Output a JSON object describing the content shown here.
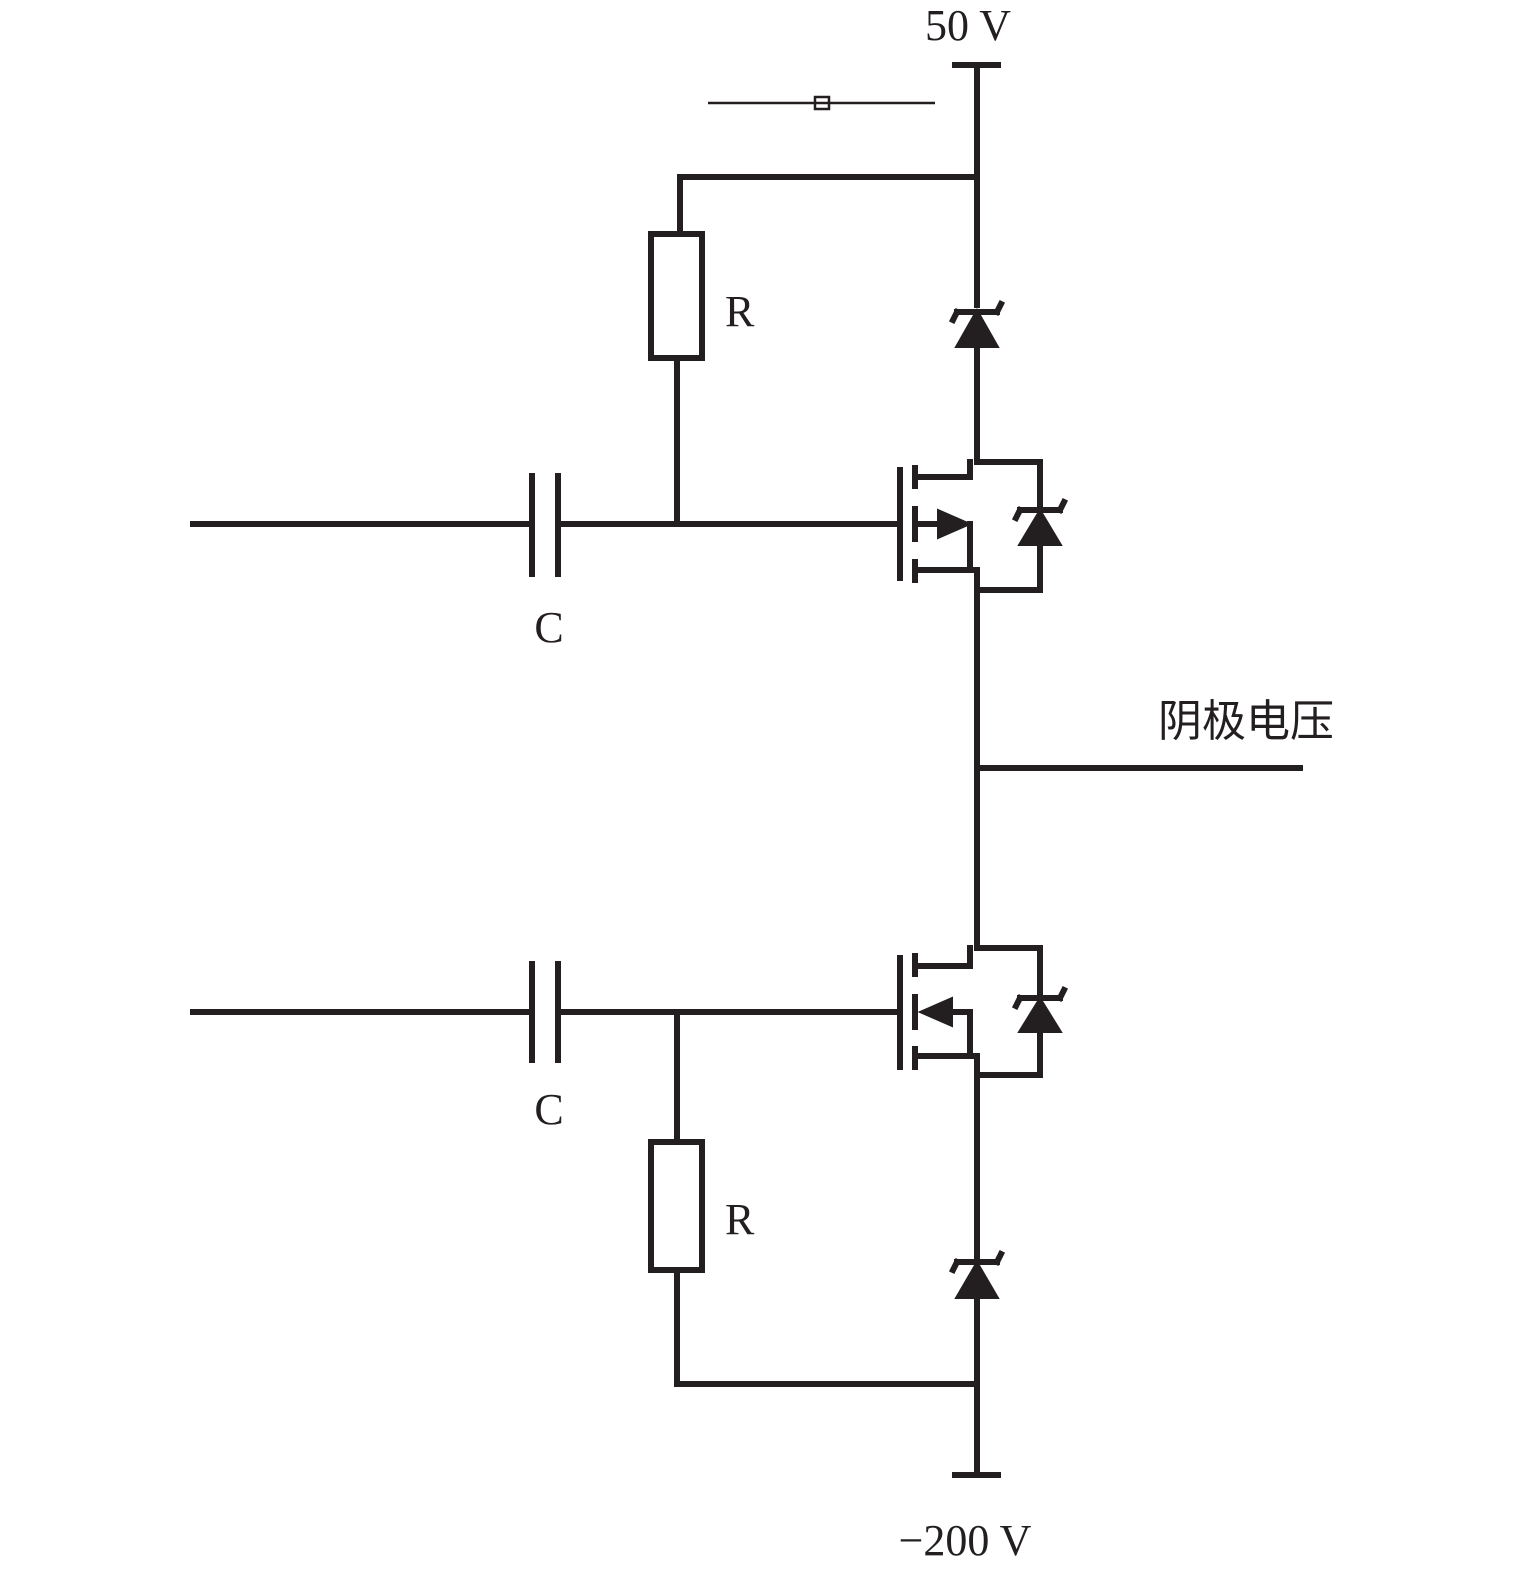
{
  "labels": {
    "supply_top": "50 V",
    "supply_bottom": "−200 V",
    "output": "阴极电压",
    "resistor_top": "R",
    "resistor_bottom": "R",
    "capacitor_top": "C",
    "capacitor_bottom": "C"
  },
  "colors": {
    "ink": "#231f20",
    "background": "#ffffff"
  }
}
